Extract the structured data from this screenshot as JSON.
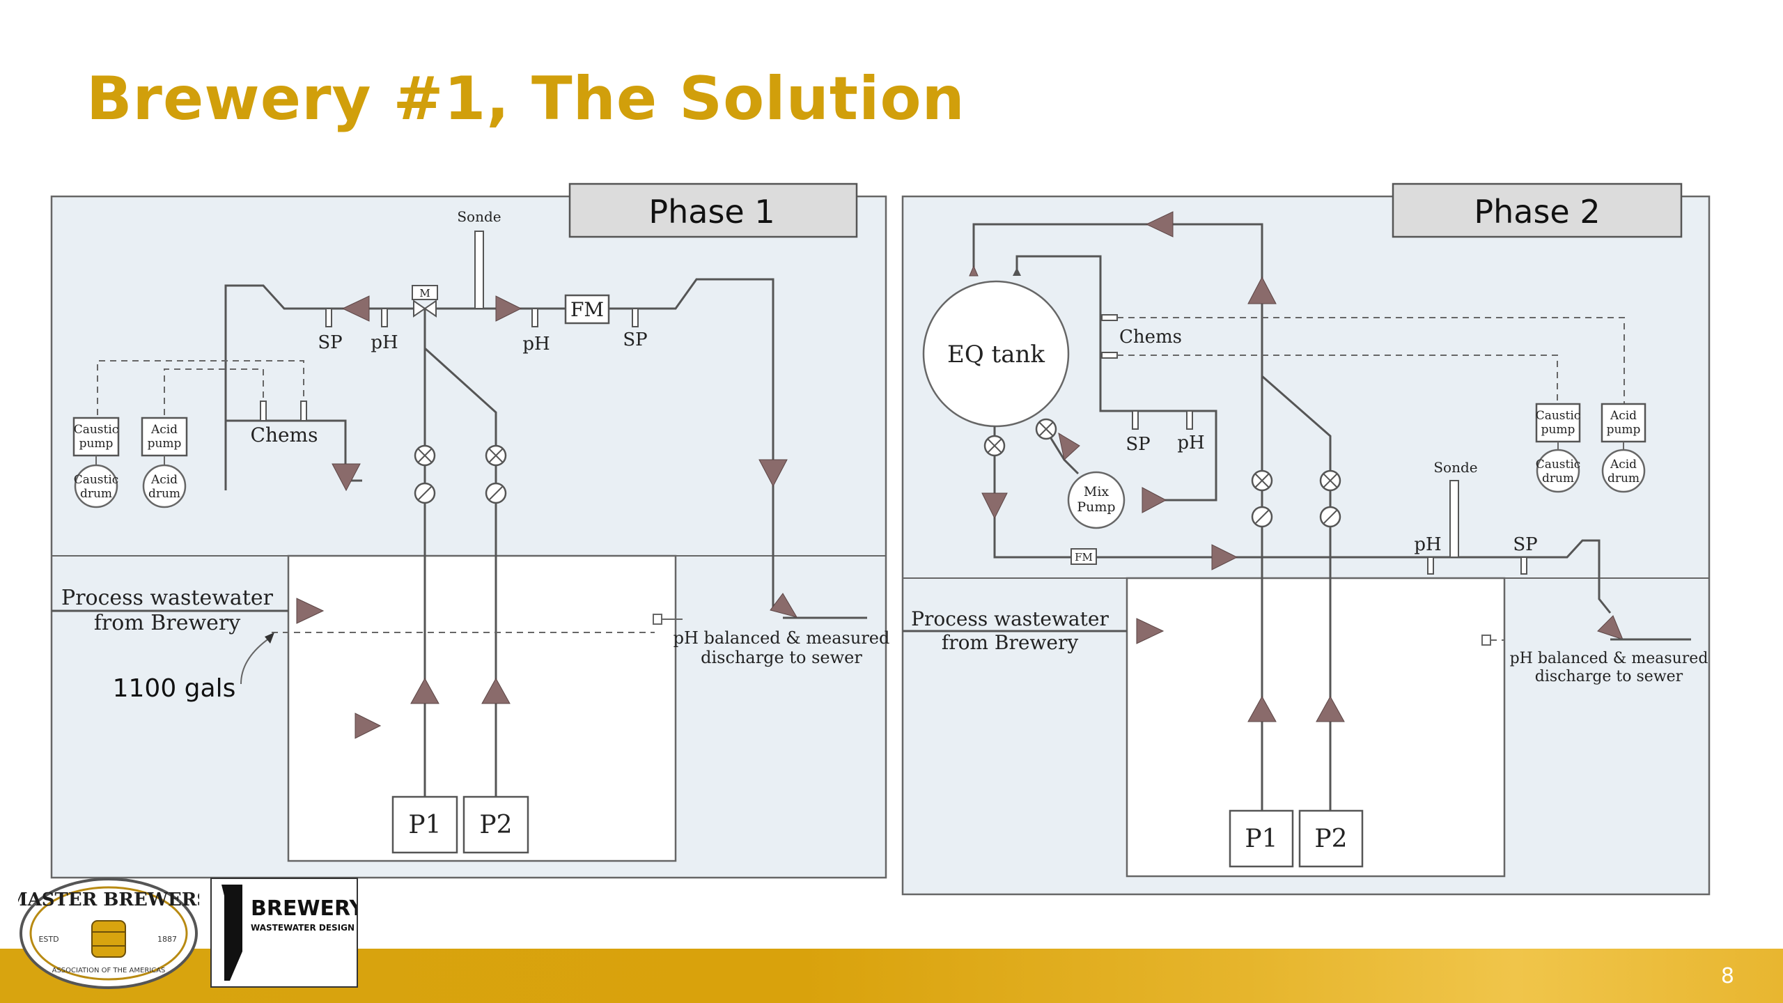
{
  "slide": {
    "title": "Brewery #1, The Solution",
    "page_number": "8"
  },
  "phase1": {
    "header": "Phase 1",
    "labels": {
      "sonde": "Sonde",
      "sp": "SP",
      "ph": "pH",
      "m": "M",
      "fm": "FM",
      "caustic_pump_1": "Caustic",
      "caustic_pump_2": "pump",
      "acid_pump_1": "Acid",
      "acid_pump_2": "pump",
      "caustic_drum_1": "Caustic",
      "caustic_drum_2": "drum",
      "acid_drum_1": "Acid",
      "acid_drum_2": "drum",
      "chems": "Chems",
      "process_1": "Process wastewater",
      "process_2": "from Brewery",
      "volume": "1100 gals",
      "discharge_1": "pH balanced & measured",
      "discharge_2": "discharge to sewer",
      "p1": "P1",
      "p2": "P2"
    }
  },
  "phase2": {
    "header": "Phase 2",
    "labels": {
      "eq_tank": "EQ tank",
      "chems": "Chems",
      "sp": "SP",
      "ph": "pH",
      "mix_pump_1": "Mix",
      "mix_pump_2": "Pump",
      "fm": "FM",
      "sonde": "Sonde",
      "caustic_pump_1": "Caustic",
      "caustic_pump_2": "pump",
      "acid_pump_1": "Acid",
      "acid_pump_2": "pump",
      "caustic_drum_1": "Caustic",
      "caustic_drum_2": "drum",
      "acid_drum_1": "Acid",
      "acid_drum_2": "drum",
      "process_1": "Process wastewater",
      "process_2": "from Brewery",
      "discharge_1": "pH balanced & measured",
      "discharge_2": "discharge to sewer",
      "p1": "P1",
      "p2": "P2"
    }
  },
  "logos": {
    "mba_top": "MASTER BREWERS",
    "mba_bottom": "ASSOCIATION OF THE AMERICAS",
    "mba_estd": "ESTD",
    "mba_year": "1887",
    "bwd_title": "BREWERY",
    "bwd_sub": "WASTEWATER DESIGN"
  },
  "colors": {
    "title": "#d19f0b",
    "panel": "#e9eff4",
    "arrow": "#8a6b6b",
    "footer": "#d8a40f"
  }
}
